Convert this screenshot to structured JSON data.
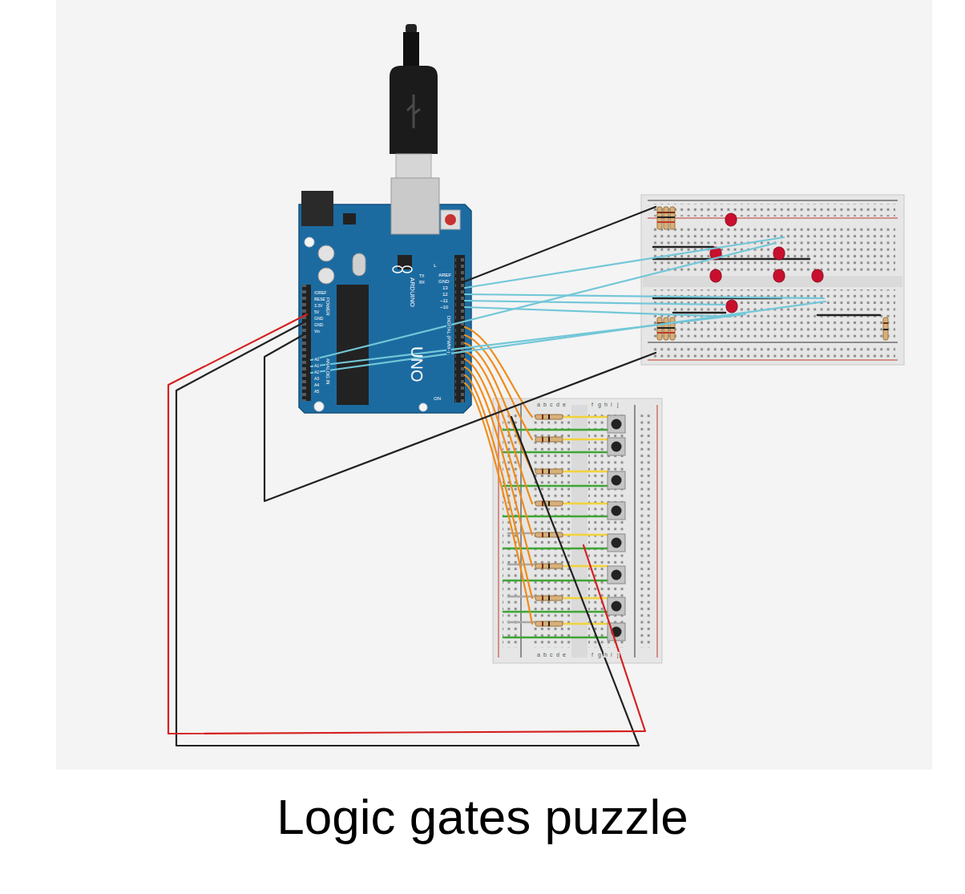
{
  "diagram": {
    "caption": "Logic gates puzzle",
    "labels": [
      "AREF",
      "GND",
      "13",
      "12",
      "~11",
      "~10",
      "UNO",
      "ARDUINO",
      "DIGITAL (PWM~)",
      "IOREF",
      "RESET",
      "3.3V",
      "5V",
      "GND",
      "GND",
      "Vin",
      "POWER",
      "A0",
      "A1",
      "A2",
      "A3",
      "A4",
      "A5",
      "ANALOG IN",
      "TX",
      "RX",
      "L",
      "ON",
      "a",
      "b",
      "c",
      "d",
      "e",
      "f",
      "g",
      "h",
      "i",
      "j",
      "a",
      "b",
      "c",
      "d",
      "e",
      "f",
      "g",
      "h",
      "i",
      "j"
    ]
  }
}
